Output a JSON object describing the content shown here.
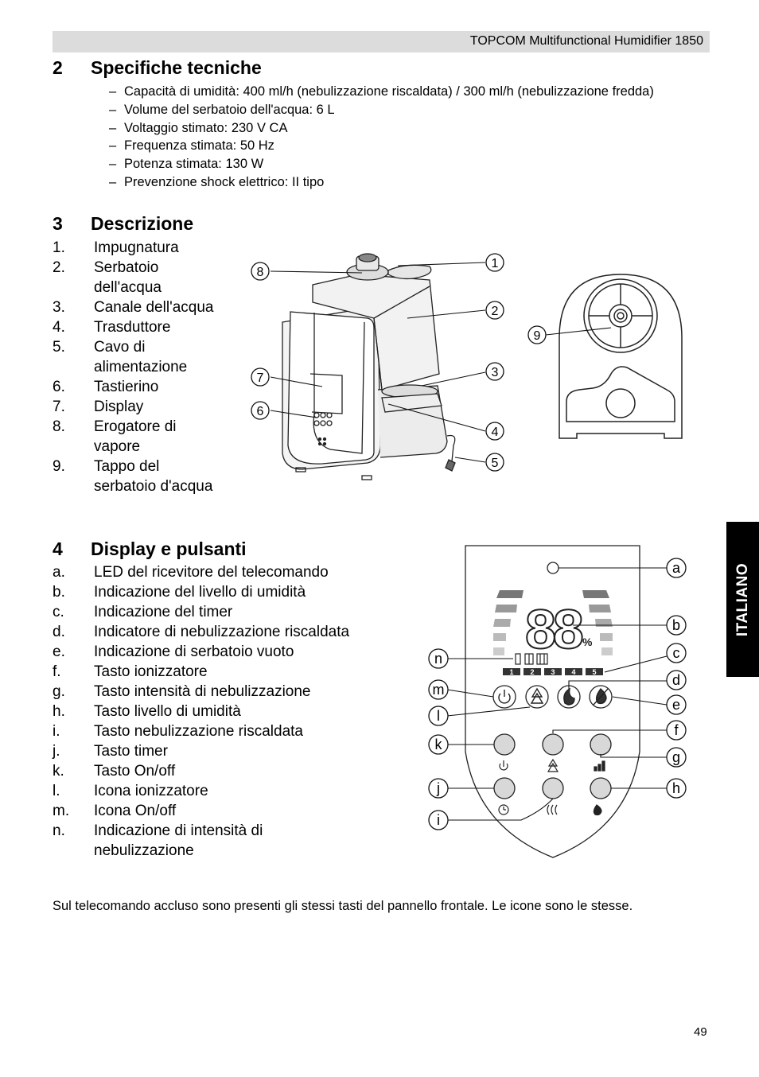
{
  "header": {
    "title": "TOPCOM Multifunctional Humidifier 1850"
  },
  "section2": {
    "number": "2",
    "title": "Specifiche tecniche",
    "bullet": "–",
    "items": [
      "Capacità di umidità: 400 ml/h (nebulizzazione riscaldata) / 300 ml/h (nebulizzazione fredda)",
      "Volume del serbatoio dell'acqua: 6 L",
      "Voltaggio stimato: 230 V CA",
      "Frequenza stimata: 50 Hz",
      "Potenza stimata: 130 W",
      "Prevenzione shock elettrico: II tipo"
    ]
  },
  "section3": {
    "number": "3",
    "title": "Descrizione",
    "items": [
      {
        "n": "1.",
        "lines": [
          "Impugnatura"
        ]
      },
      {
        "n": "2.",
        "lines": [
          "Serbatoio",
          "dell'acqua"
        ]
      },
      {
        "n": "3.",
        "lines": [
          "Canale dell'acqua"
        ]
      },
      {
        "n": "4.",
        "lines": [
          "Trasduttore"
        ]
      },
      {
        "n": "5.",
        "lines": [
          "Cavo di",
          "alimentazione"
        ]
      },
      {
        "n": "6.",
        "lines": [
          "Tastierino"
        ]
      },
      {
        "n": "7.",
        "lines": [
          "Display"
        ]
      },
      {
        "n": "8.",
        "lines": [
          "Erogatore di",
          "vapore"
        ]
      },
      {
        "n": "9.",
        "lines": [
          "Tappo del",
          "serbatoio d'acqua"
        ]
      }
    ],
    "callouts": [
      "1",
      "2",
      "3",
      "4",
      "5",
      "6",
      "7",
      "8",
      "9"
    ]
  },
  "section4": {
    "number": "4",
    "title": "Display e pulsanti",
    "items": [
      {
        "n": "a.",
        "lines": [
          "LED del ricevitore del telecomando"
        ]
      },
      {
        "n": "b.",
        "lines": [
          "Indicazione del livello di umidità"
        ]
      },
      {
        "n": "c.",
        "lines": [
          "Indicazione del timer"
        ]
      },
      {
        "n": "d.",
        "lines": [
          "Indicatore di nebulizzazione riscaldata"
        ]
      },
      {
        "n": "e.",
        "lines": [
          "Indicazione di serbatoio vuoto"
        ]
      },
      {
        "n": "f.",
        "lines": [
          "Tasto ionizzatore"
        ]
      },
      {
        "n": "g.",
        "lines": [
          "Tasto intensità di nebulizzazione"
        ]
      },
      {
        "n": "h.",
        "lines": [
          "Tasto livello di umidità"
        ]
      },
      {
        "n": "i.",
        "lines": [
          "Tasto nebulizzazione riscaldata"
        ]
      },
      {
        "n": "j.",
        "lines": [
          "Tasto timer"
        ]
      },
      {
        "n": "k.",
        "lines": [
          "Tasto On/off"
        ]
      },
      {
        "n": "l.",
        "lines": [
          "Icona ionizzatore"
        ]
      },
      {
        "n": "m.",
        "lines": [
          "Icona On/off"
        ]
      },
      {
        "n": "n.",
        "lines": [
          "Indicazione di intensità di",
          "nebulizzazione"
        ]
      }
    ],
    "panel": {
      "display_digits": "88",
      "percent_sign": "%",
      "timer_numbers": [
        "1",
        "2",
        "3",
        "4",
        "5"
      ],
      "callouts": [
        "a",
        "b",
        "c",
        "d",
        "e",
        "f",
        "g",
        "h",
        "i",
        "j",
        "k",
        "l",
        "m",
        "n"
      ]
    }
  },
  "side_tab": "ITALIANO",
  "footer_note": "Sul telecomando accluso sono presenti gli stessi tasti del pannello frontale. Le icone sono le stesse.",
  "page_number": "49"
}
